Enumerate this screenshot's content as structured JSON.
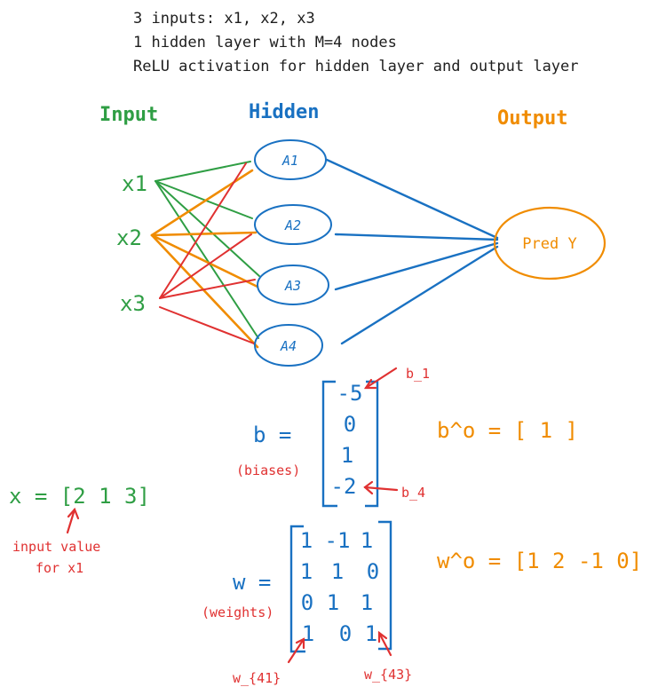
{
  "notes": {
    "line1": "3 inputs: x1, x2, x3",
    "line2": "1 hidden layer with M=4 nodes",
    "line3": "ReLU activation for hidden layer and output layer"
  },
  "layers": {
    "input_title": "Input",
    "hidden_title": "Hidden",
    "output_title": "Output"
  },
  "inputs": [
    "x1",
    "x2",
    "x3"
  ],
  "hidden_nodes": [
    "A1",
    "A2",
    "A3",
    "A4"
  ],
  "output_node": "Pred Y",
  "biases": {
    "label": "b =",
    "caption": "(biases)",
    "values": [
      "-5",
      "0",
      "1",
      "-2"
    ],
    "first_annotation": "b_1",
    "last_annotation": "b_4"
  },
  "weights": {
    "label": "w =",
    "caption": "(weights)",
    "rows": [
      [
        "1",
        "-1",
        "1"
      ],
      [
        "1",
        "1",
        "0"
      ],
      [
        "0",
        "1",
        "1"
      ],
      [
        "1",
        "0",
        "1"
      ]
    ],
    "annotation_41": "w_{41}",
    "annotation_43": "w_{43}"
  },
  "output_bias": "b^o = [ 1 ]",
  "output_weights": "w^o = [1 2 -1 0]",
  "x_vector": "x = [2 1 3]",
  "x_annotation_line1": "input value",
  "x_annotation_line2": "for x1",
  "colors": {
    "green": "#2f9e44",
    "blue": "#1971c2",
    "orange": "#f08c00",
    "red": "#e03131",
    "dark": "#1e1e1e"
  }
}
